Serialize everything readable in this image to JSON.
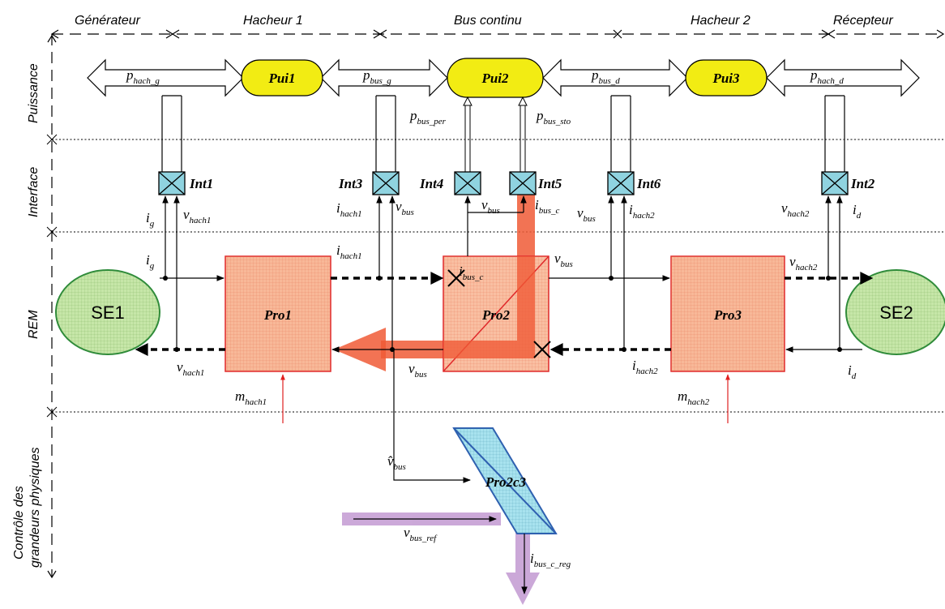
{
  "headers": {
    "generateur": "Générateur",
    "hacheur1": "Hacheur 1",
    "bus_continu": "Bus continu",
    "hacheur2": "Hacheur 2",
    "recepteur": "Récepteur"
  },
  "lanes": {
    "puissance": "Puissance",
    "interface": "Interface",
    "rem": "REM",
    "controle_line1": "Contrôle des",
    "controle_line2": "grandeurs physiques"
  },
  "blocks": {
    "pui1": "Pui1",
    "pui2": "Pui2",
    "pui3": "Pui3",
    "int1": "Int1",
    "int2": "Int2",
    "int3": "Int3",
    "int4": "Int4",
    "int5": "Int5",
    "int6": "Int6",
    "se1": "SE1",
    "se2": "SE2",
    "pro1": "Pro1",
    "pro2": "Pro2",
    "pro3": "Pro3",
    "pro2c3": "Pro2c3"
  },
  "labels": {
    "p": "p",
    "i": "i",
    "v": "v",
    "m": "m",
    "vhat": "v̂",
    "hach_g": "hach_g",
    "bus_g": "bus_g",
    "bus_d": "bus_d",
    "hach_d": "hach_d",
    "bus_per": "bus_per",
    "bus_sto": "bus_sto",
    "g": "g",
    "d": "d",
    "hach1": "hach1",
    "hach2": "hach2",
    "bus": "bus",
    "bus_c": "bus_c",
    "bus_ref": "bus_ref",
    "bus_c_reg": "bus_c_reg"
  },
  "colors": {
    "pui_fill": "#f2ec13",
    "int_fill": "#8fd3e0",
    "se_fill": "#c6e6a8",
    "se_stroke": "#2e8b3a",
    "pro_fill": "#f8b898",
    "pro_stroke": "#e0282a",
    "pro2c3_fill": "#a8e2ee",
    "pro2c3_stroke": "#2e5fb0",
    "red_arrow": "#f05a36",
    "purple_arrow": "#c39ad2"
  }
}
